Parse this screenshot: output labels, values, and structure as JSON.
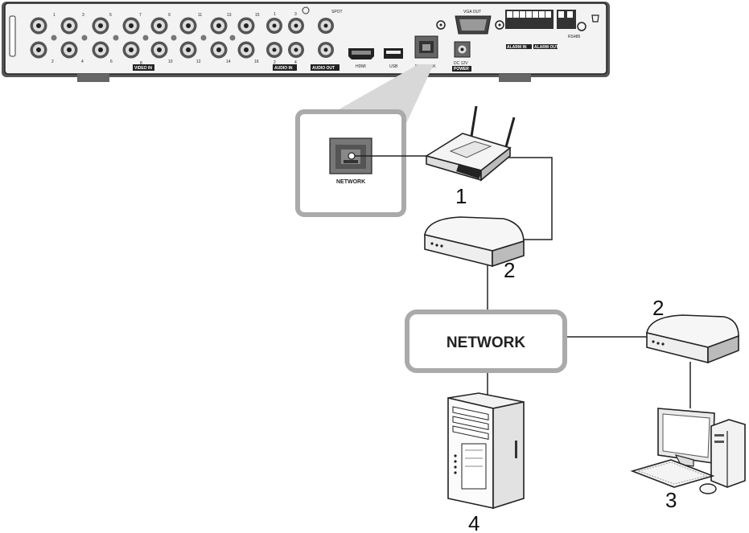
{
  "dvr": {
    "video_numbers_top": [
      "1",
      "3",
      "5",
      "7",
      "9",
      "11",
      "13",
      "15"
    ],
    "video_numbers_bottom": [
      "2",
      "4",
      "6",
      "8",
      "10",
      "12",
      "14",
      "16"
    ],
    "video_in_label": "VIDEO IN",
    "audio_numbers_top": [
      "1",
      "3"
    ],
    "audio_numbers_bottom": [
      "2",
      "4"
    ],
    "audio_in_label": "AUDIO IN",
    "spot_label": "SPOT",
    "audio_out_label": "AUDIO OUT",
    "hdmi_label": "HDMI",
    "usb_label": "USB",
    "network_label": "NETWORK",
    "vga_label": "VGA OUT",
    "dc_label": "DC 12V",
    "power_label": "POWER",
    "alarm_in_label": "ALARM IN",
    "alarm_out_label": "ALARM OUT",
    "rs485_label": "RS485"
  },
  "zoom": {
    "port_label": "NETWORK"
  },
  "callouts": {
    "router": "1",
    "modem_left": "2",
    "modem_right": "2",
    "pc": "3",
    "server": "4"
  },
  "network_box": {
    "label": "NETWORK"
  }
}
